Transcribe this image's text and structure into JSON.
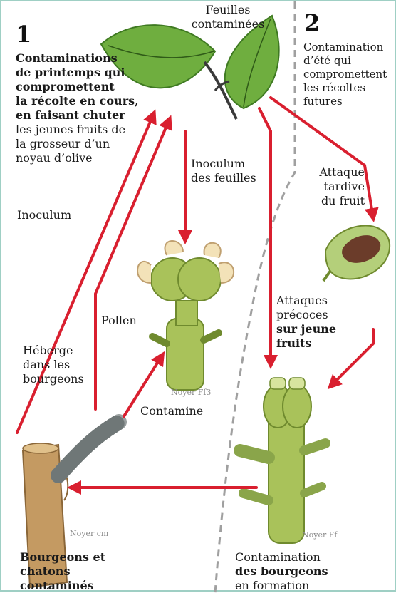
{
  "section1": {
    "number": "1",
    "bold_lines": [
      "Contaminations",
      "de printemps qui",
      "compromettent",
      "la récolte en cours,",
      "en faisant chuter"
    ],
    "lines": [
      "les jeunes fruits de",
      "la grosseur d’un",
      "noyau d’olive"
    ]
  },
  "section2": {
    "number": "2",
    "lines": [
      "Contamination",
      "d’été qui",
      "compromettent",
      "les récoltes",
      "futures"
    ]
  },
  "labels": {
    "feuilles": [
      "Feuilles",
      "contaminées"
    ],
    "inoculum": "Inoculum",
    "inoculum_feuilles": [
      "Inoculum",
      "des feuilles"
    ],
    "attaque_tardive": [
      "Attaque",
      "tardive",
      "du fruit"
    ],
    "pollen": "Pollen",
    "heberge": [
      "Héberge",
      "dans les",
      "bourgeons"
    ],
    "attaques_precoces": [
      "Attaques",
      "précoces"
    ],
    "sur_jeune": [
      "sur jeune",
      "fruits"
    ],
    "contamine": "Contamine",
    "bourgeons": [
      "Bourgeons et",
      "chatons",
      "contaminés"
    ],
    "contamination_bourgeons": [
      "Contamination"
    ],
    "contamination_bourgeons_bold": [
      "des bourgeons"
    ],
    "en_formation": "en formation"
  },
  "captions": {
    "ff3": "Noyer Ff3",
    "cm": "Noyer cm",
    "ff": "Noyer Ff"
  },
  "colors": {
    "arrow": "#d91f2f",
    "divider": "#a0a0a0",
    "leaf": "#6fae3f",
    "leaf_dark": "#3f7a22",
    "plant": "#a9c25a",
    "plant_dark": "#6f8a2e",
    "border": "#9fcfc4",
    "fruit": "#b4cf7a",
    "lesion": "#6b3c2a",
    "twig": "#c49a62",
    "catkin": "#9aa0a0"
  }
}
